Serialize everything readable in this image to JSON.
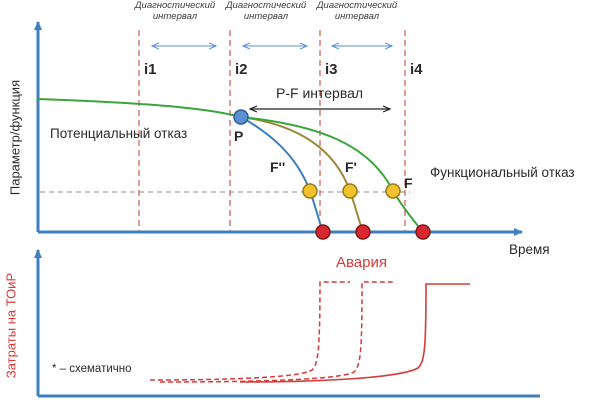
{
  "diagram": {
    "diagnostic_interval_label": "Диагностический интервал",
    "intervals": [
      "i1",
      "i2",
      "i3",
      "i4"
    ],
    "pf_interval_label": "P-F интервал",
    "point_p": "P",
    "point_f2": "F''",
    "point_f1": "F'",
    "point_f": "F",
    "potential_failure": "Потенциальный отказ",
    "functional_failure": "Функциональный отказ",
    "y_axis_top": "Параметр/функция",
    "x_axis": "Время",
    "accident": "Авария",
    "y_axis_bottom": "Затраты на ТОиР",
    "note": "* – схематично"
  },
  "colors": {
    "axis": "#3f7fc0",
    "curve": "#3aa53a",
    "point_p": "#5b8fd0",
    "point_f": "#f2c12e",
    "failure_dot": "#d9262f",
    "cost": "#d63a3a",
    "guide": "#c0392b"
  }
}
